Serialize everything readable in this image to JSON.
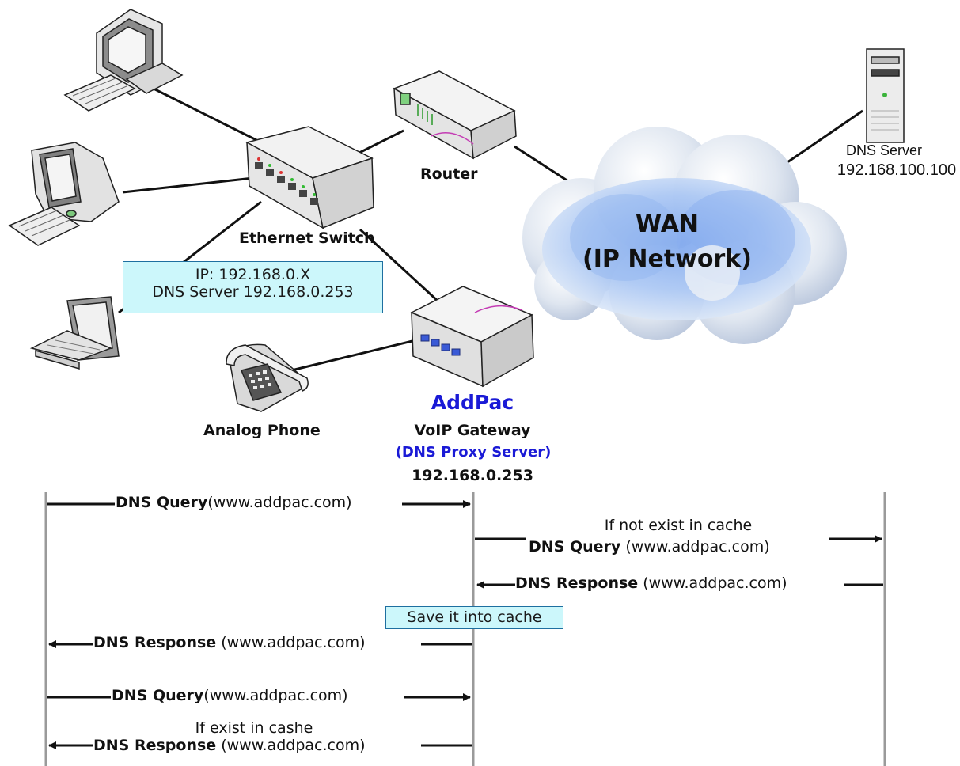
{
  "devices": {
    "router": "Router",
    "switch": "Ethernet Switch",
    "phone": "Analog Phone",
    "dns_server_title": "DNS Server",
    "dns_server_ip": "192.168.100.100",
    "wan_line1": "WAN",
    "wan_line2": "(IP Network)",
    "gateway_brand": "AddPac",
    "gateway_name": "VoIP Gateway",
    "gateway_role": "(DNS Proxy Server)",
    "gateway_ip": "192.168.0.253"
  },
  "client_box": {
    "line1": "IP: 192.168.0.X",
    "line2": "DNS Server 192.168.0.253"
  },
  "sequence": {
    "query1_bold": "DNS Query",
    "query1_rest": "(www.addpac.com)",
    "cache_miss_note": "If not exist in cache",
    "query2_bold": "DNS Query",
    "query2_rest": " (www.addpac.com)",
    "response1_bold": "DNS Response",
    "response1_rest": " (www.addpac.com)",
    "save_note": "Save it into cache",
    "response2_bold": "DNS Response",
    "response2_rest": " (www.addpac.com)",
    "query3_bold": "DNS Query",
    "query3_rest": "(www.addpac.com)",
    "cache_hit_note": "If exist in cashe",
    "response3_bold": "DNS Response",
    "response3_rest": " (www.addpac.com)"
  },
  "colors": {
    "gateway_blue": "#1a1ad6",
    "note_fill": "#ccf7fb",
    "cloud_blue": "#9ec3f2"
  }
}
